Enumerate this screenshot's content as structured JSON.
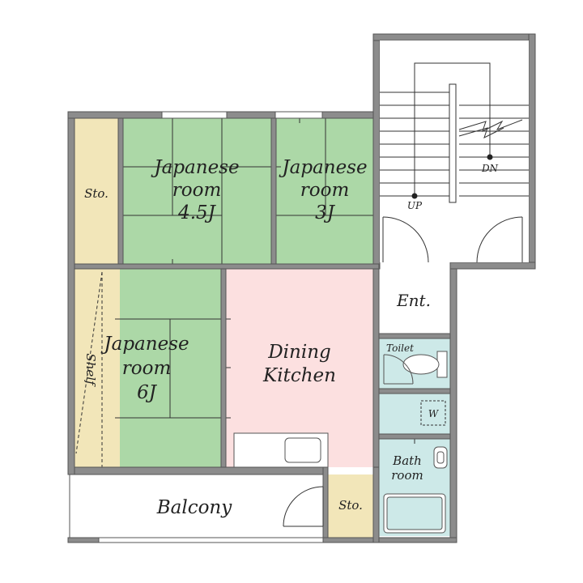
{
  "rooms": {
    "sto_left": "Sto.",
    "jr45": [
      "Japanese",
      "room",
      "4.5J"
    ],
    "jr3": [
      "Japanese",
      "room",
      "3J"
    ],
    "jr6": [
      "Japanese",
      "room",
      "6J"
    ],
    "shelf": "Shelf",
    "dining": [
      "Dining",
      "Kitchen"
    ],
    "ent": "Ent.",
    "toilet": "Toilet",
    "washer": "W",
    "bath": [
      "Bath",
      "room"
    ],
    "balcony": "Balcony",
    "sto_bottom": "Sto."
  },
  "stairs": {
    "up": "UP",
    "dn": "DN"
  },
  "colors": {
    "tatami": "#acd8a7",
    "storage": "#f2e6b9",
    "kitchen": "#fce0e0",
    "wet": "#cde9e8",
    "wall": "#8c8c8c"
  }
}
